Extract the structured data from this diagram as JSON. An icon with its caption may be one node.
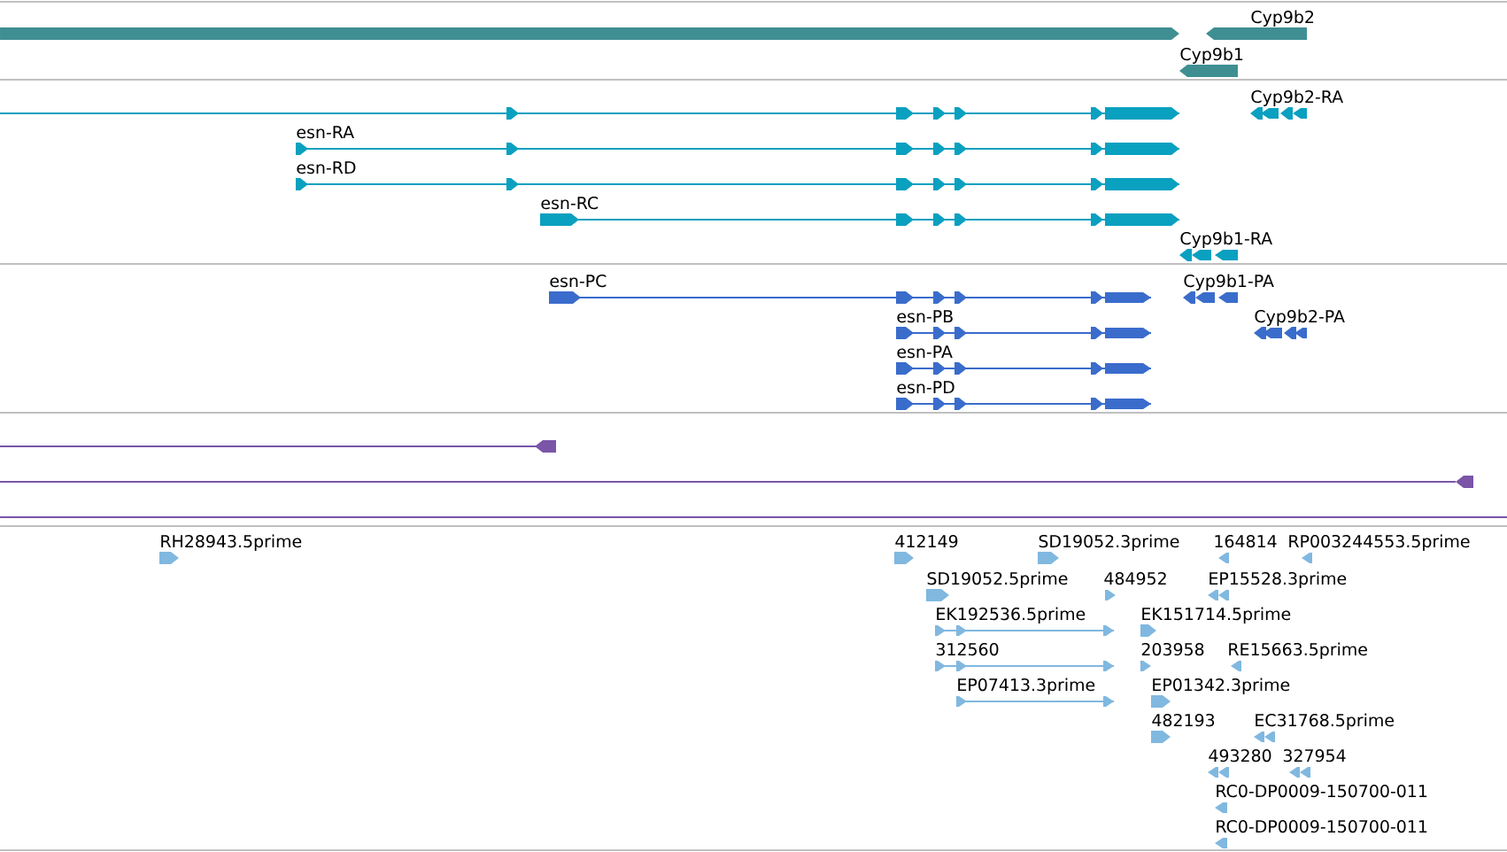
{
  "diagram": {
    "labels": [
      "Cyp9b2",
      "Cyp9b1",
      "Cyp9b2-RA",
      "esn-RA",
      "esn-RD",
      "esn-RC",
      "Cyp9b1-RA",
      "esn-PC",
      "Cyp9b1-PA",
      "esn-PB",
      "Cyp9b2-PA",
      "esn-PA",
      "esn-PD",
      "RH28943.5prime",
      "412149",
      "SD19052.3prime",
      "164814",
      "RP003244553.5prime",
      "SD19052.5prime",
      "484952",
      "EP15528.3prime",
      "EK192536.5prime",
      "EK151714.5prime",
      "312560",
      "203958",
      "RE15663.5prime",
      "EP07413.3prime",
      "EP01342.3prime",
      "482193",
      "EC31768.5prime",
      "493280",
      "327954",
      "RC0-DP0009-150700-011",
      "RC0-DP0009-150700-011"
    ]
  }
}
